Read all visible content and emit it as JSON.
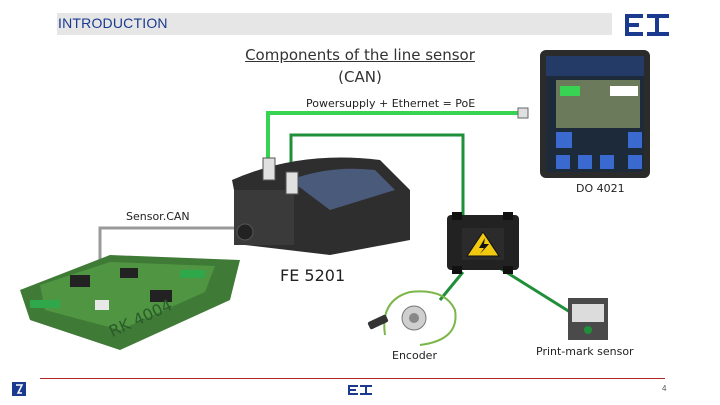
{
  "header": {
    "section_title": "INTRODUCTION"
  },
  "slide": {
    "title_line1": "Components of the line sensor",
    "title_line2": "(CAN)",
    "page_number": "4"
  },
  "labels": {
    "poe": "Powersupply + Ethernet = PoE",
    "do4021": "DO 4021",
    "sensorcan": "Sensor.CAN",
    "fe5201": "FE 5201",
    "rk4004": "RK 4004",
    "encoder": "Encoder",
    "printmark": "Print-mark sensor"
  },
  "colors": {
    "poe_cable": "#39d353",
    "ethernet_cable": "#1f8f3a",
    "can_cable": "#9a9a9a",
    "brand_blue": "#1a3a8f",
    "footer_red": "#b5282e"
  },
  "icons": {
    "logo": "et-logo",
    "warning": "high-voltage-warning-icon",
    "accessibility": "accessibility-icon"
  }
}
